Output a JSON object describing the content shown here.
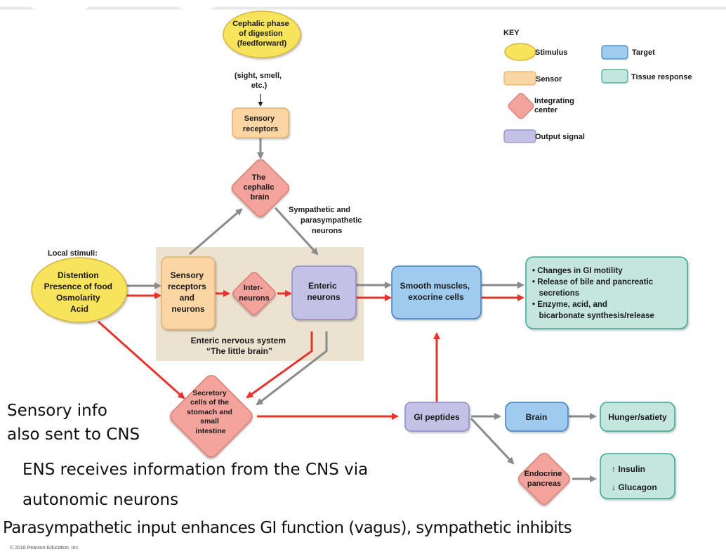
{
  "key": {
    "title": "KEY",
    "items": [
      {
        "label": "Stimulus",
        "shape": "ellipse",
        "color": "#f8e45c"
      },
      {
        "label": "Sensor",
        "shape": "rounded-rect",
        "color": "#fbd6a4"
      },
      {
        "label": "Integrating center",
        "label_lines": [
          "Integrating",
          "center"
        ],
        "shape": "diamond",
        "color": "#f2a49c"
      },
      {
        "label": "Output signal",
        "shape": "rounded-rect",
        "color": "#c3c1e6"
      },
      {
        "label": "Target",
        "shape": "rounded-rect",
        "color": "#9fcbee"
      },
      {
        "label": "Tissue response",
        "shape": "rounded-rect",
        "color": "#c4e6dd"
      }
    ]
  },
  "colors": {
    "stimulus_fill": "#f8e45c",
    "stimulus_stroke": "#d4b43a",
    "sensor_fill": "#fbd6a4",
    "sensor_stroke": "#e2b06c",
    "integrator_fill": "#f2a49c",
    "integrator_stroke": "#d97a70",
    "output_fill": "#c3c1e6",
    "output_stroke": "#8e89c6",
    "target_fill": "#9fcbee",
    "target_stroke": "#3f7fbf",
    "response_fill": "#c4e6dd",
    "response_stroke": "#3aa596",
    "ens_box": "#ece2d0",
    "arrow_red": "#e8332a",
    "arrow_gray": "#8a8a8a"
  },
  "nodes": {
    "cephalic_phase": {
      "lines": [
        "Cephalic phase",
        "of digestion",
        "(feedforward)"
      ]
    },
    "sight_smell": {
      "lines": [
        "(sight, smell,",
        "etc.)"
      ]
    },
    "sensory_receptors_top": {
      "lines": [
        "Sensory",
        "receptors"
      ]
    },
    "cephalic_brain": {
      "lines": [
        "The",
        "cephalic",
        "brain"
      ]
    },
    "symp_parasymp": {
      "lines": [
        "Sympathetic and",
        "parasympathetic",
        "neurons"
      ]
    },
    "local_stimuli_label": "Local stimuli:",
    "local_stimuli": {
      "lines": [
        "Distention",
        "Presence of food",
        "Osmolarity",
        "Acid"
      ]
    },
    "sensory_receptors_neurons": {
      "lines": [
        "Sensory",
        "receptors",
        "and",
        "neurons"
      ]
    },
    "interneurons": {
      "lines": [
        "Inter-",
        "neurons"
      ]
    },
    "enteric_neurons": {
      "lines": [
        "Enteric",
        "neurons"
      ]
    },
    "ens_caption": {
      "lines": [
        "Enteric nervous system",
        "“The little brain”"
      ]
    },
    "smooth_muscles": {
      "lines": [
        "Smooth muscles,",
        "exocrine cells"
      ]
    },
    "tissue_responses": {
      "lines": [
        "• Changes in GI motility",
        "• Release of bile and pancreatic",
        "   secretions",
        "• Enzyme, acid, and",
        "   bicarbonate synthesis/release"
      ]
    },
    "secretory_cells": {
      "lines": [
        "Secretory",
        "cells of the",
        "stomach and",
        "small",
        "intestine"
      ]
    },
    "gi_peptides": {
      "lines": [
        "GI peptides"
      ]
    },
    "brain": {
      "lines": [
        "Brain"
      ]
    },
    "hunger_satiety": {
      "lines": [
        "Hunger/satiety"
      ]
    },
    "endocrine_pancreas": {
      "lines": [
        "Endocrine",
        "pancreas"
      ]
    },
    "insulin_glucagon": {
      "lines": [
        "↑ Insulin",
        "↓ Glucagon"
      ]
    }
  },
  "slide_text": {
    "sensory_info_1": "Sensory info",
    "sensory_info_2": "also sent to CNS",
    "ens_receives_1": "ENS receives information from the CNS via",
    "ens_receives_2": "autonomic neurons",
    "parasympathetic": "Parasympathetic input enhances GI function (vagus), sympathetic inhibits"
  },
  "copyright": "© 2016 Pearson Education, Inc."
}
